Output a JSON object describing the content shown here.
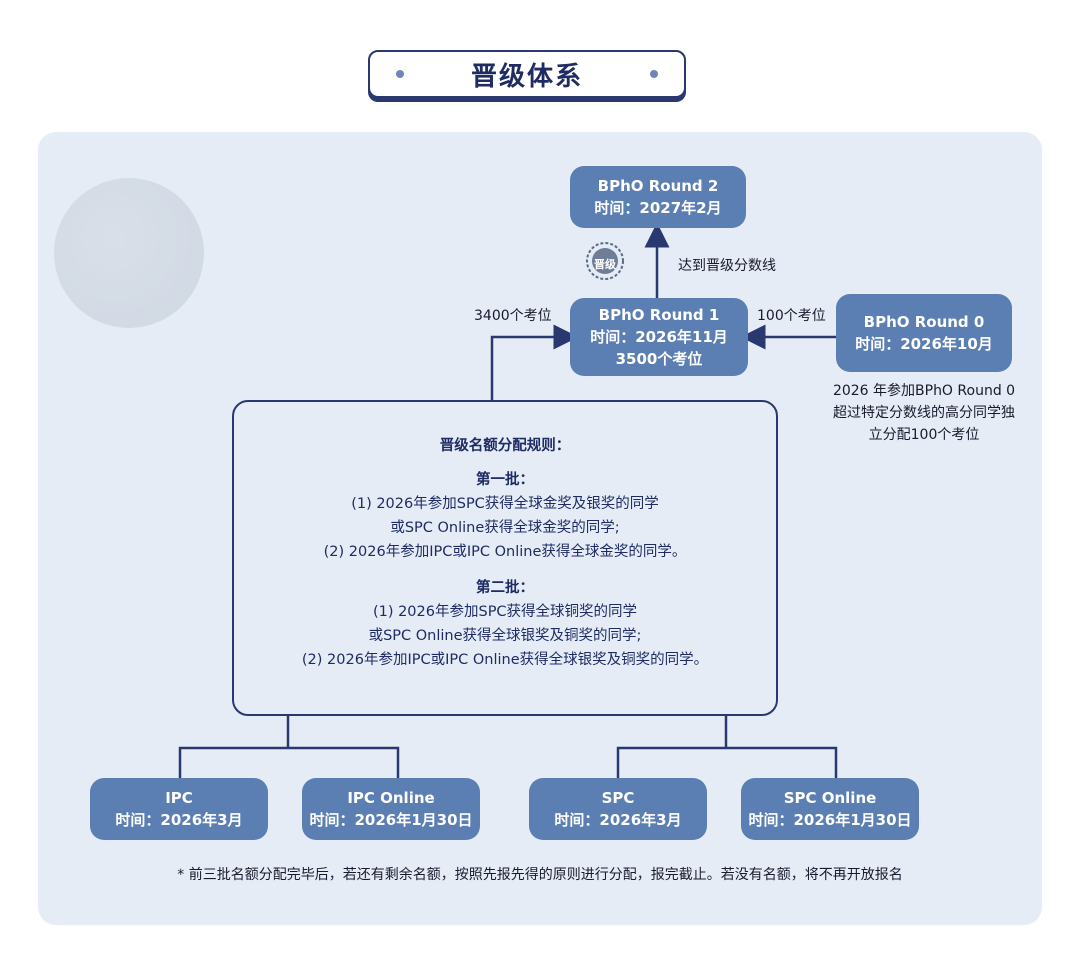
{
  "title": "晋级体系",
  "round2": {
    "name": "BPhO Round 2",
    "time": "时间：2027年2月"
  },
  "round1": {
    "name": "BPhO Round 1",
    "time": "时间：2026年11月",
    "seats": "3500个考位"
  },
  "round0": {
    "name": "BPhO Round 0",
    "time": "时间：2026年10月",
    "desc": [
      "2026 年参加BPhO Round 0",
      "超过特定分数线的高分同学独",
      "立分配100个考位"
    ]
  },
  "labels": {
    "advance": "达到晋级分数线",
    "left_seats": "3400个考位",
    "right_seats": "100个考位",
    "seal": "晋级"
  },
  "rules": {
    "heading": "晋级名额分配规则：",
    "batch1_title": "第一批：",
    "batch1": [
      "(1) 2026年参加SPC获得全球金奖及银奖的同学",
      "或SPC Online获得全球金奖的同学;",
      "(2) 2026年参加IPC或IPC Online获得全球金奖的同学。"
    ],
    "batch2_title": "第二批：",
    "batch2": [
      "(1) 2026年参加SPC获得全球铜奖的同学",
      "或SPC Online获得全球银奖及铜奖的同学;",
      "(2) 2026年参加IPC或IPC Online获得全球银奖及铜奖的同学。"
    ]
  },
  "comps": [
    {
      "name": "IPC",
      "time": "时间：2026年3月"
    },
    {
      "name": "IPC Online",
      "time": "时间：2026年1月30日"
    },
    {
      "name": "SPC",
      "time": "时间：2026年3月"
    },
    {
      "name": "SPC Online",
      "time": "时间：2026年1月30日"
    }
  ],
  "footnote": "* 前三批名额分配完毕后，若还有剩余名额，按照先报先得的原则进行分配，报完截止。若没有名额，将不再开放报名",
  "colors": {
    "box": "#5b7fb2",
    "line": "#2a3870",
    "panel": "#e5ecf5"
  }
}
